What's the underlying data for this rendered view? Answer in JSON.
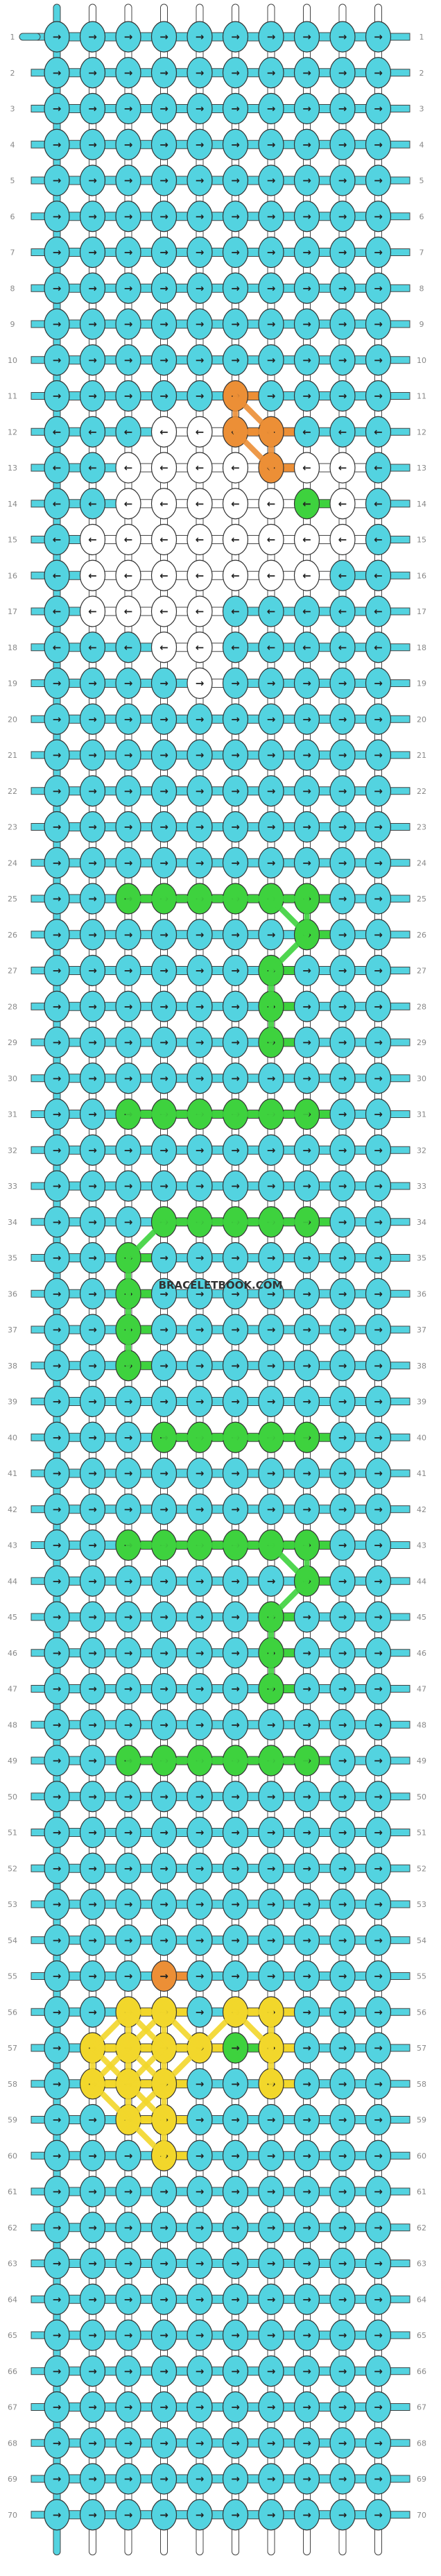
{
  "pattern": {
    "type": "alpha",
    "rows": 70,
    "strands": 10,
    "watermark": "BRACELETBOOK.COM",
    "colors": {
      "A": "#53d3e0",
      "B": "#ffffff",
      "C": "#ec8f36",
      "D": "#3ed23e",
      "E": "#f2d72b"
    },
    "strand_colors": [
      "A",
      "B",
      "B",
      "B",
      "B",
      "B",
      "B",
      "B",
      "B",
      "B"
    ],
    "start_strand_color": "A",
    "row_labels": [
      "1",
      "2",
      "3",
      "4",
      "5",
      "6",
      "7",
      "8",
      "9",
      "10",
      "11",
      "12",
      "13",
      "14",
      "15",
      "16",
      "17",
      "18",
      "19",
      "20",
      "21",
      "22",
      "23",
      "24",
      "25",
      "26",
      "27",
      "28",
      "29",
      "30",
      "31",
      "32",
      "33",
      "34",
      "35",
      "36",
      "37",
      "38",
      "39",
      "40",
      "41",
      "42",
      "43",
      "44",
      "45",
      "46",
      "47",
      "48",
      "49",
      "50",
      "51",
      "52",
      "53",
      "54",
      "55",
      "56",
      "57",
      "58",
      "59",
      "60",
      "61",
      "62",
      "63",
      "64",
      "65",
      "66",
      "67",
      "68",
      "69",
      "70"
    ],
    "knot_rows": [
      "AAAAAAAAAA",
      "AAAAAAAAAA",
      "AAAAAAAAAA",
      "AAAAAAAAAA",
      "AAAAAAAAAA",
      "AAAAAAAAAA",
      "AAAAAAAAAA",
      "AAAAAAAAAA",
      "AAAAAAAAAA",
      "AAAAAAAAAA",
      "AAAAACAAAA",
      "AAABBCCAAA",
      "AABBBBCBBA",
      "AABBBBBDBA",
      "ABBBBBBBBA",
      "ABBBBBBBAA",
      "ABBBBAAAAA",
      "AAABBAAAAA",
      "AAAABAAAAA",
      "AAAAAAAAAA",
      "AAAAAAAAAA",
      "AAAAAAAAAA",
      "AAAAAAAAAA",
      "AAAAAAAAAA",
      "AADDDDDDAA",
      "AAAAAAADAA",
      "AAAAAADAAA",
      "AAAAAADAAA",
      "AAAAAADAAA",
      "AAAAAAAAAA",
      "AADDDDDDAA",
      "AAAAAAAAAA",
      "AAAAAAAAAA",
      "AAADDDDDAA",
      "AADAAAAAAA",
      "AADAAAAAAA",
      "AADAAAAAAA",
      "AADAAAAAAA",
      "AAAAAAAAAA",
      "AAADDDDDAA",
      "AAAAAAAAAA",
      "AAAAAAAAAA",
      "AADDDDDDAA",
      "AAAAAAADAA",
      "AAAAAADAAA",
      "AAAAAADAAA",
      "AAAAAADAAA",
      "AAAAAAAAAA",
      "AADDDDDDAA",
      "AAAAAAAAAA",
      "AAAAAAAAAA",
      "AAAAAAAAAA",
      "AAAAAAAAAA",
      "AAAAAAAAAA",
      "AAACAAAAAA",
      "AAEEAEEAAA",
      "AEEEEDEAAA",
      "AEEEAAEAAA",
      "AAEEAAAAAA",
      "AAAEAAAAAA",
      "AAAAAAAAAA",
      "AAAAAAAAAA",
      "AAAAAAAAAA",
      "AAAAAAAAAA",
      "AAAAAAAAAA",
      "AAAAAAAAAA",
      "AAAAAAAAAA",
      "AAAAAAAAAA",
      "AAAAAAAAAA",
      "AAAAAAAAAA"
    ],
    "direction_left_rows": [
      12,
      13,
      14,
      15,
      16,
      17,
      18
    ]
  }
}
